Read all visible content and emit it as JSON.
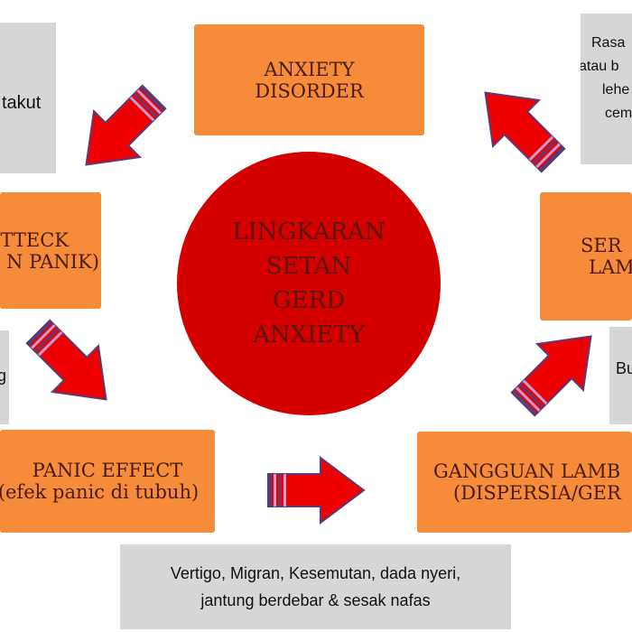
{
  "center": {
    "lines": [
      "LINGKARAN",
      "SETAN",
      "GERD",
      "ANXIETY"
    ]
  },
  "nodes": {
    "anxiety_disorder": [
      "ANXIETY",
      "DISORDER"
    ],
    "panic_attack": [
      "TTECK",
      "N PANIK)"
    ],
    "panic_effect": [
      "PANIC EFFECT",
      "(efek panic di tubuh)"
    ],
    "gangguan_lambung": [
      "GANGGUAN LAMB",
      "(DISPERSIA/GER"
    ],
    "serangan_lambung": [
      "SER",
      "LAM"
    ]
  },
  "notes": {
    "top_left": "takut",
    "left_middle": "g",
    "top_right": [
      "Rasa",
      "atau b",
      "lehe",
      "cem"
    ],
    "right_middle": "Bu",
    "bottom": [
      "Vertigo, Migran, Kesemutan, dada nyeri,",
      "jantung berdebar & sesak nafas"
    ]
  },
  "colors": {
    "orange": "#f68b3a",
    "grey": "#d6d6d6",
    "red": "#d40000",
    "arrow": "#ee0000"
  }
}
